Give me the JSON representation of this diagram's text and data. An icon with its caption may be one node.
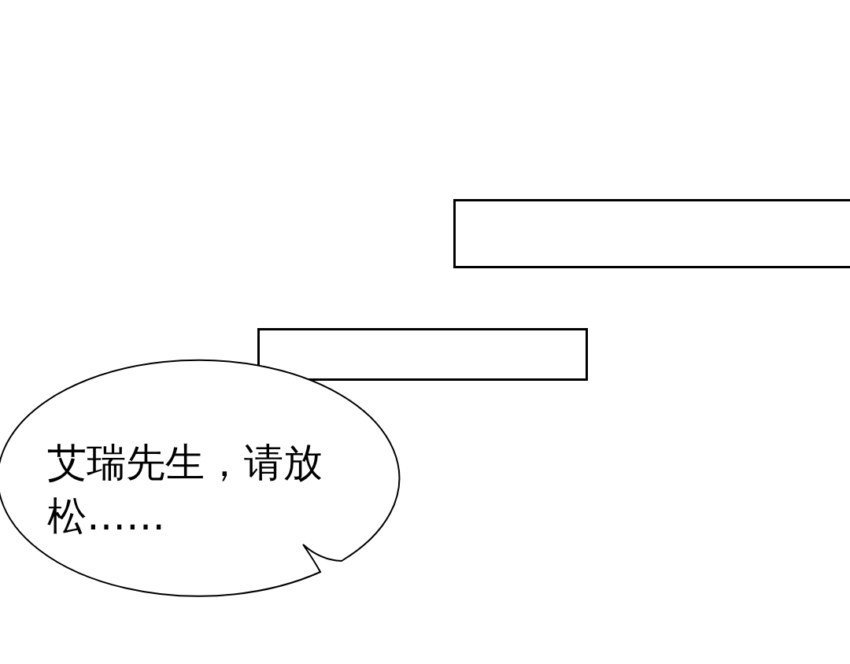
{
  "diagram": {
    "nodes": [
      {
        "text": [],
        "shape": "box"
      },
      {
        "text": [],
        "shape": "box"
      },
      {
        "text": [
          "艾瑞先生，请放松……"
        ]
      }
    ]
  }
}
